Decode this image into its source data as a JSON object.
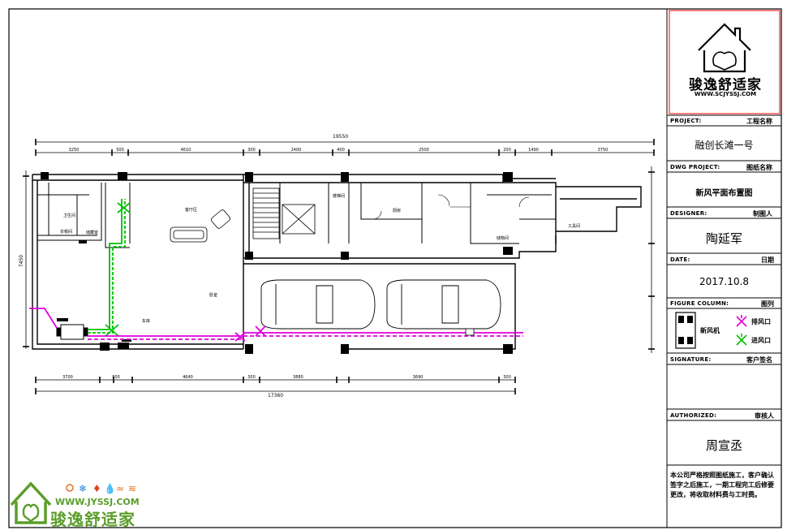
{
  "title_block": {
    "logo": {
      "company": "骏逸舒适家",
      "url": "WWW.SCJYSSJ.COM"
    },
    "project_label_en": "PROJECT:",
    "project_label_cn": "工程名称",
    "project_name": "融创长滩一号",
    "dwg_label_en": "DWG PROJECT:",
    "dwg_label_cn": "图纸名称",
    "dwg_name": "新风平面布置图",
    "designer_label_en": "DESIGNER:",
    "designer_label_cn": "制图人",
    "designer_name": "陶延军",
    "date_label_en": "DATE:",
    "date_label_cn": "日期",
    "date_value": "2017.10.8",
    "figure_label_en": "FIGURE COLUMN:",
    "figure_label_cn": "图列",
    "legend": {
      "unit": "新风机",
      "exhaust": "排风口",
      "supply": "进风口",
      "exhaust_color": "#e000e0",
      "supply_color": "#00c000"
    },
    "signature_label_en": "SIGNATURE:",
    "signature_label_cn": "客户签名",
    "authorized_label_en": "AUTHORIZED:",
    "authorized_label_cn": "审核人",
    "authorized_name": "周宣丞",
    "note": "本公司严格按照图纸施工，客户确认签字之后施工，一期工程完工后修要更改，将收取材料费与工时费。"
  },
  "watermark": {
    "url": "WWW.JYSSJ.COM",
    "company": "骏逸舒适家"
  },
  "plan": {
    "colors": {
      "supply_duct": "#00c000",
      "exhaust_duct": "#e000e0",
      "lines": "#000000",
      "frame": "#ff0000"
    },
    "top_dims": [
      "3250",
      "500",
      "4610",
      "300",
      "2400",
      "400",
      "2500",
      "200",
      "1490",
      "3750"
    ],
    "top_total": "19550",
    "bottom_dims": [
      "3700",
      "500",
      "4640",
      "300",
      "3880",
      "3690",
      "300"
    ],
    "bottom_total": "17360",
    "left_dim": "7450",
    "room_labels": [
      "卫生间",
      "衣帽间",
      "储藏室",
      "客厅区",
      "卧室",
      "车库",
      "楼梯间",
      "厨房",
      "工具间",
      "储物间"
    ]
  }
}
